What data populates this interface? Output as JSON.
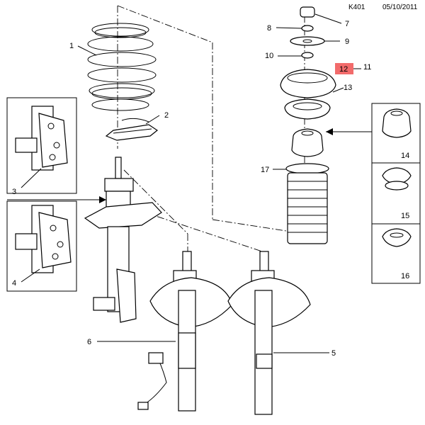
{
  "header": {
    "code": "K401",
    "date": "05/10/2011"
  },
  "callouts": {
    "c1": "1",
    "c2": "2",
    "c3": "3",
    "c4": "4",
    "c5": "5",
    "c6": "6",
    "c7": "7",
    "c8": "8",
    "c9": "9",
    "c10": "10",
    "c11": "11",
    "c12": "12",
    "c13": "13",
    "c14": "14",
    "c15": "15",
    "c16": "16",
    "c17": "17"
  },
  "colors": {
    "highlight": "#f26b6b"
  }
}
